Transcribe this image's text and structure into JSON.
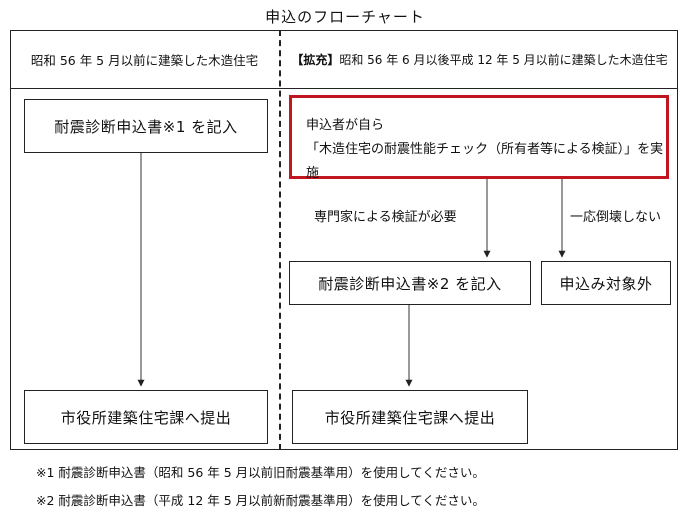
{
  "title": "申込のフローチャート",
  "left": {
    "header": "昭和 56 年 5 月以前に建築した木造住宅",
    "step1": "耐震診断申込書※1 を記入",
    "step2": "市役所建築住宅課へ提出"
  },
  "right": {
    "header_tag": "【拡充】",
    "header": "昭和 56 年 6 月以後平成 12 年 5 月以前に建築した木造住宅",
    "check_line1": "申込者が自ら",
    "check_line2": "「木造住宅の耐震性能チェック（所有者等による検証）」を実施",
    "branch_expert": "専門家による検証が必要",
    "branch_ok": "一応倒壊しない",
    "step_form": "耐震診断申込書※2 を記入",
    "step_out": "申込み対象外",
    "step_submit": "市役所建築住宅課へ提出"
  },
  "notes": [
    "※1  耐震診断申込書（昭和 56 年 5 月以前旧耐震基準用）を使用してください。",
    "※2  耐震診断申込書（平成 12 年 5 月以前新耐震基準用）を使用してください。"
  ]
}
